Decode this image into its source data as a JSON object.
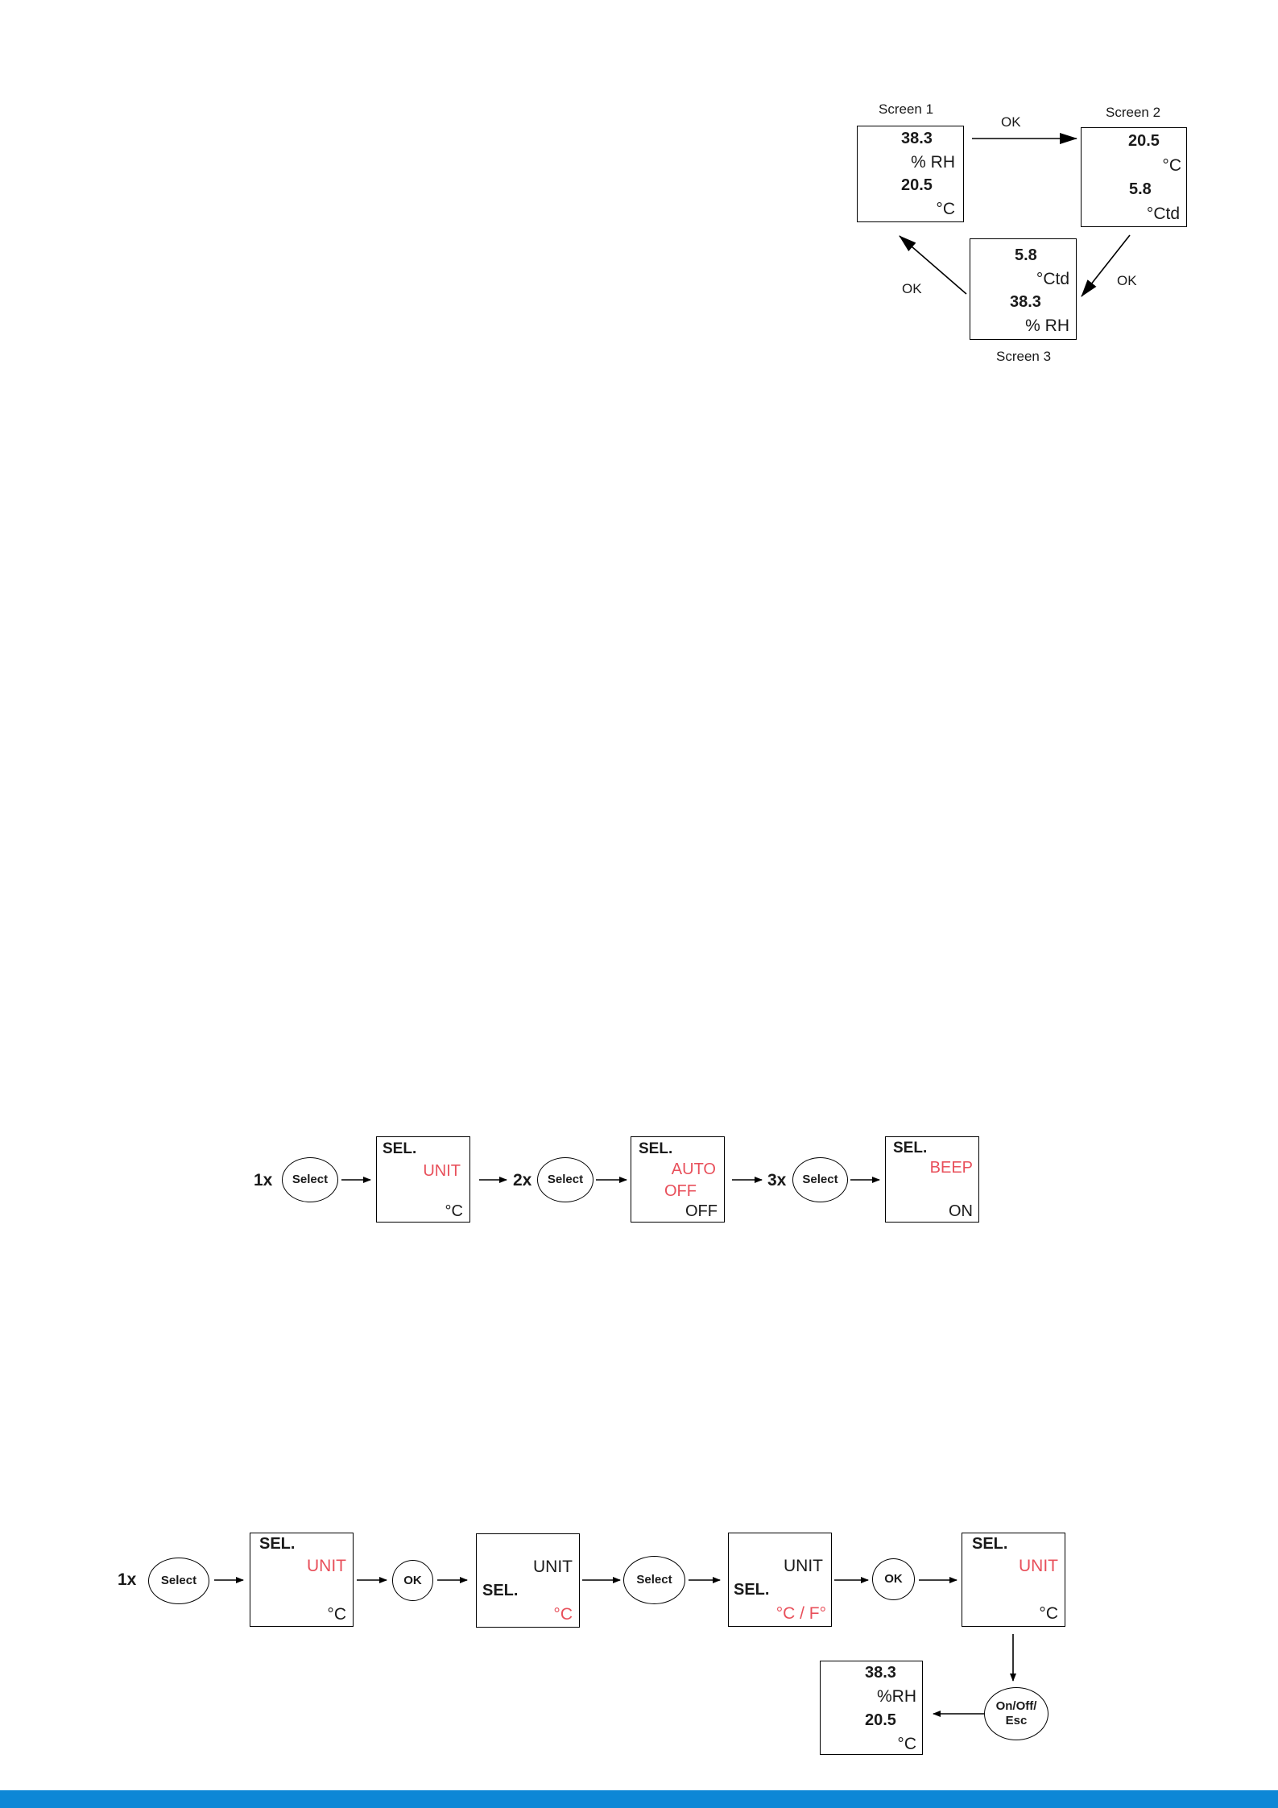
{
  "cycle_diagram": {
    "screen1": {
      "label": "Screen 1",
      "value1": "38.3",
      "unit1": "% RH",
      "value2": "20.5",
      "unit2": "°C"
    },
    "screen2": {
      "label": "Screen 2",
      "value1": "20.5",
      "unit1": "°C",
      "value2": "5.8",
      "unit2": "°Ctd"
    },
    "screen3": {
      "label": "Screen 3",
      "value1": "5.8",
      "unit1": "°Ctd",
      "value2": "38.3",
      "unit2": "% RH"
    },
    "transition_1_2": "OK",
    "transition_2_3": "OK",
    "transition_3_1": "OK"
  },
  "menu_diagram": {
    "steps": [
      {
        "count": "1x",
        "button": "Select",
        "sel": "SEL.",
        "option": "UNIT",
        "value": "°C"
      },
      {
        "count": "2x",
        "button": "Select",
        "sel": "SEL.",
        "option_line1": "AUTO",
        "option_line2": "OFF",
        "value": "OFF"
      },
      {
        "count": "3x",
        "button": "Select",
        "sel": "SEL.",
        "option": "BEEP",
        "value": "ON"
      }
    ]
  },
  "unit_diagram": {
    "count": "1x",
    "start_button": "Select",
    "screenA": {
      "sel": "SEL.",
      "option": "UNIT",
      "value": "°C"
    },
    "ok_button_1": "OK",
    "screenB": {
      "option": "UNIT",
      "sel": "SEL.",
      "value": "°C"
    },
    "select_button": "Select",
    "screenC": {
      "option": "UNIT",
      "sel": "SEL.",
      "value": "°C / F°"
    },
    "ok_button_2": "OK",
    "screenD": {
      "sel": "SEL.",
      "option": "UNIT",
      "value": "°C"
    },
    "exit_button": "On/Off/\nEsc",
    "result": {
      "value1": "38.3",
      "unit1": "%RH",
      "value2": "20.5",
      "unit2": "°C"
    }
  },
  "colors": {
    "highlight": "#e8505b",
    "footer": "#0d87d6"
  }
}
